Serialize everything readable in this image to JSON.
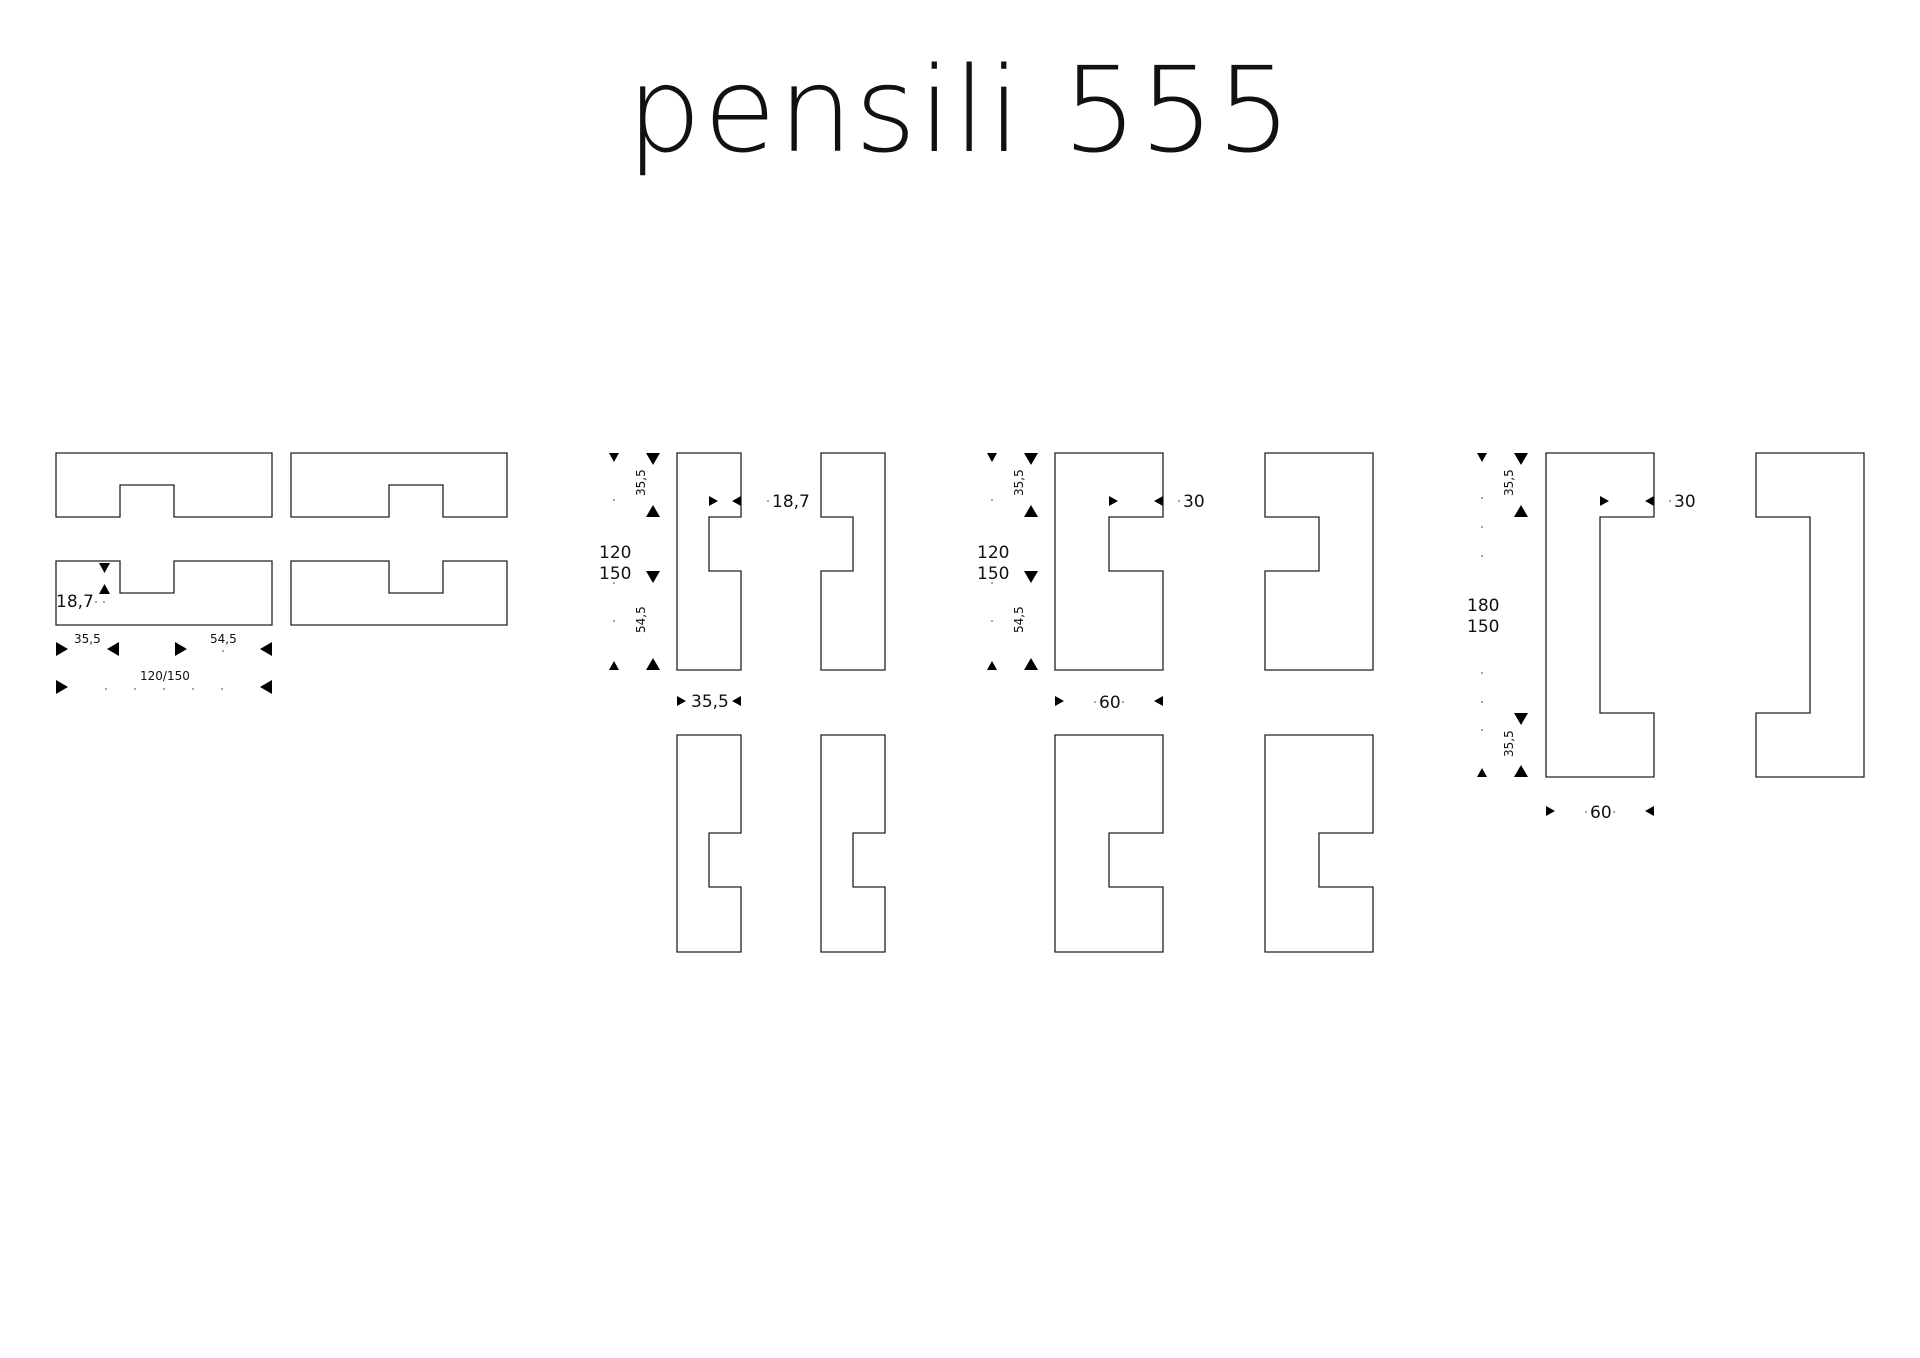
{
  "title": "pensili 555",
  "group_a": {
    "dim_gap": "18,7",
    "dim_left": "35,5",
    "dim_right": "54,5",
    "dim_total": "120/150"
  },
  "group_b": {
    "dim_top": "35,5",
    "dim_height_1": "120",
    "dim_height_2": "150",
    "dim_bottom": "54,5",
    "dim_notch": "18,7",
    "dim_width": "35,5"
  },
  "group_c": {
    "dim_top": "35,5",
    "dim_height_1": "120",
    "dim_height_2": "150",
    "dim_bottom": "54,5",
    "dim_notch": "30",
    "dim_width": "60"
  },
  "group_d": {
    "dim_top": "35,5",
    "dim_height_1": "180",
    "dim_height_2": "150",
    "dim_bottom": "35,5",
    "dim_notch": "30",
    "dim_width": "60"
  }
}
